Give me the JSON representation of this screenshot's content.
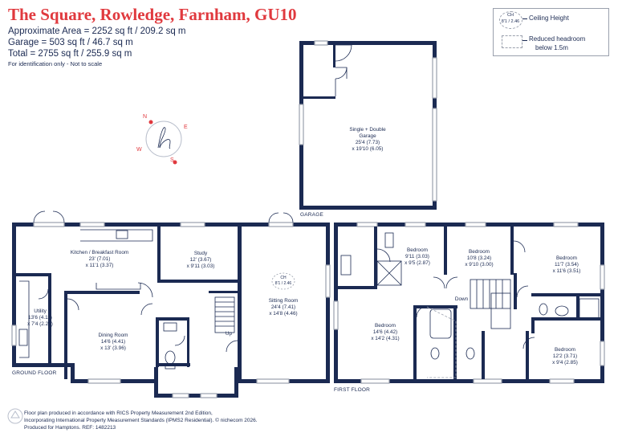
{
  "header": {
    "title": "The Square, Rowledge, Farnham, GU10",
    "approx_area": "Approximate Area = 2252 sq ft / 209.2 sq m",
    "garage_area": "Garage = 503 sq ft / 46.7 sq m",
    "total_area": "Total = 2755 sq ft / 255.9 sq m",
    "note": "For identification only - Not to scale"
  },
  "legend": {
    "ch_symbol_top": "CH",
    "ch_symbol_bottom": "8'1 / 2.46",
    "ceiling_height": "Ceiling Height",
    "reduced_headroom_line1": "Reduced headroom",
    "reduced_headroom_line2": "below 1.5m"
  },
  "compass": {
    "n": "N",
    "e": "E",
    "s": "S",
    "w": "W",
    "logo": "h"
  },
  "garage": {
    "label_line1": "Single + Double",
    "label_line2": "Garage",
    "dim_line1": "25'4 (7.73)",
    "dim_line2": "x 19'10 (6.05)",
    "floor_tag": "GARAGE"
  },
  "ground_floor": {
    "tag": "GROUND FLOOR",
    "kitchen": {
      "name": "Kitchen / Breakfast Room",
      "dim1": "23' (7.01)",
      "dim2": "x 11'1 (3.37)"
    },
    "study": {
      "name": "Study",
      "dim1": "12' (3.67)",
      "dim2": "x 9'11 (3.03)"
    },
    "utility": {
      "name": "Utility",
      "dim1": "13'6 (4.11)",
      "dim2": "x 7'4 (2.23)"
    },
    "dining": {
      "name": "Dining Room",
      "dim1": "14'6 (4.41)",
      "dim2": "x 13' (3.96)"
    },
    "sitting": {
      "name": "Sitting Room",
      "dim1": "24'4 (7.41)",
      "dim2": "x 14'8 (4.46)",
      "ch_top": "CH",
      "ch_bottom": "8'1 / 2.46"
    },
    "stairs_up": "Up"
  },
  "first_floor": {
    "tag": "FIRST FLOOR",
    "bed1": {
      "name": "Bedroom",
      "dim1": "9'11 (3.03)",
      "dim2": "x 9'5 (2.87)"
    },
    "bed2": {
      "name": "Bedroom",
      "dim1": "10'8 (3.24)",
      "dim2": "x 9'10 (3.00)"
    },
    "bed3": {
      "name": "Bedroom",
      "dim1": "11'7 (3.54)",
      "dim2": "x 11'6 (3.51)"
    },
    "bed4": {
      "name": "Bedroom",
      "dim1": "14'6 (4.42)",
      "dim2": "x 14'2 (4.31)"
    },
    "bed5": {
      "name": "Bedroom",
      "dim1": "12'2 (3.71)",
      "dim2": "x 9'4 (2.85)"
    },
    "stairs_down": "Down"
  },
  "footer": {
    "line1": "Floor plan produced in accordance with RICS Property Measurement 2nd Edition,",
    "line2": "Incorporating International Property Measurement Standards (IPMS2 Residential).  © nichecom 2026.",
    "line3": "Produced for Hamptons.   REF:  1482213"
  },
  "colors": {
    "title": "#e0393e",
    "wall": "#1b2a52",
    "text": "#1b2a52",
    "accent_red": "#e0393e"
  }
}
